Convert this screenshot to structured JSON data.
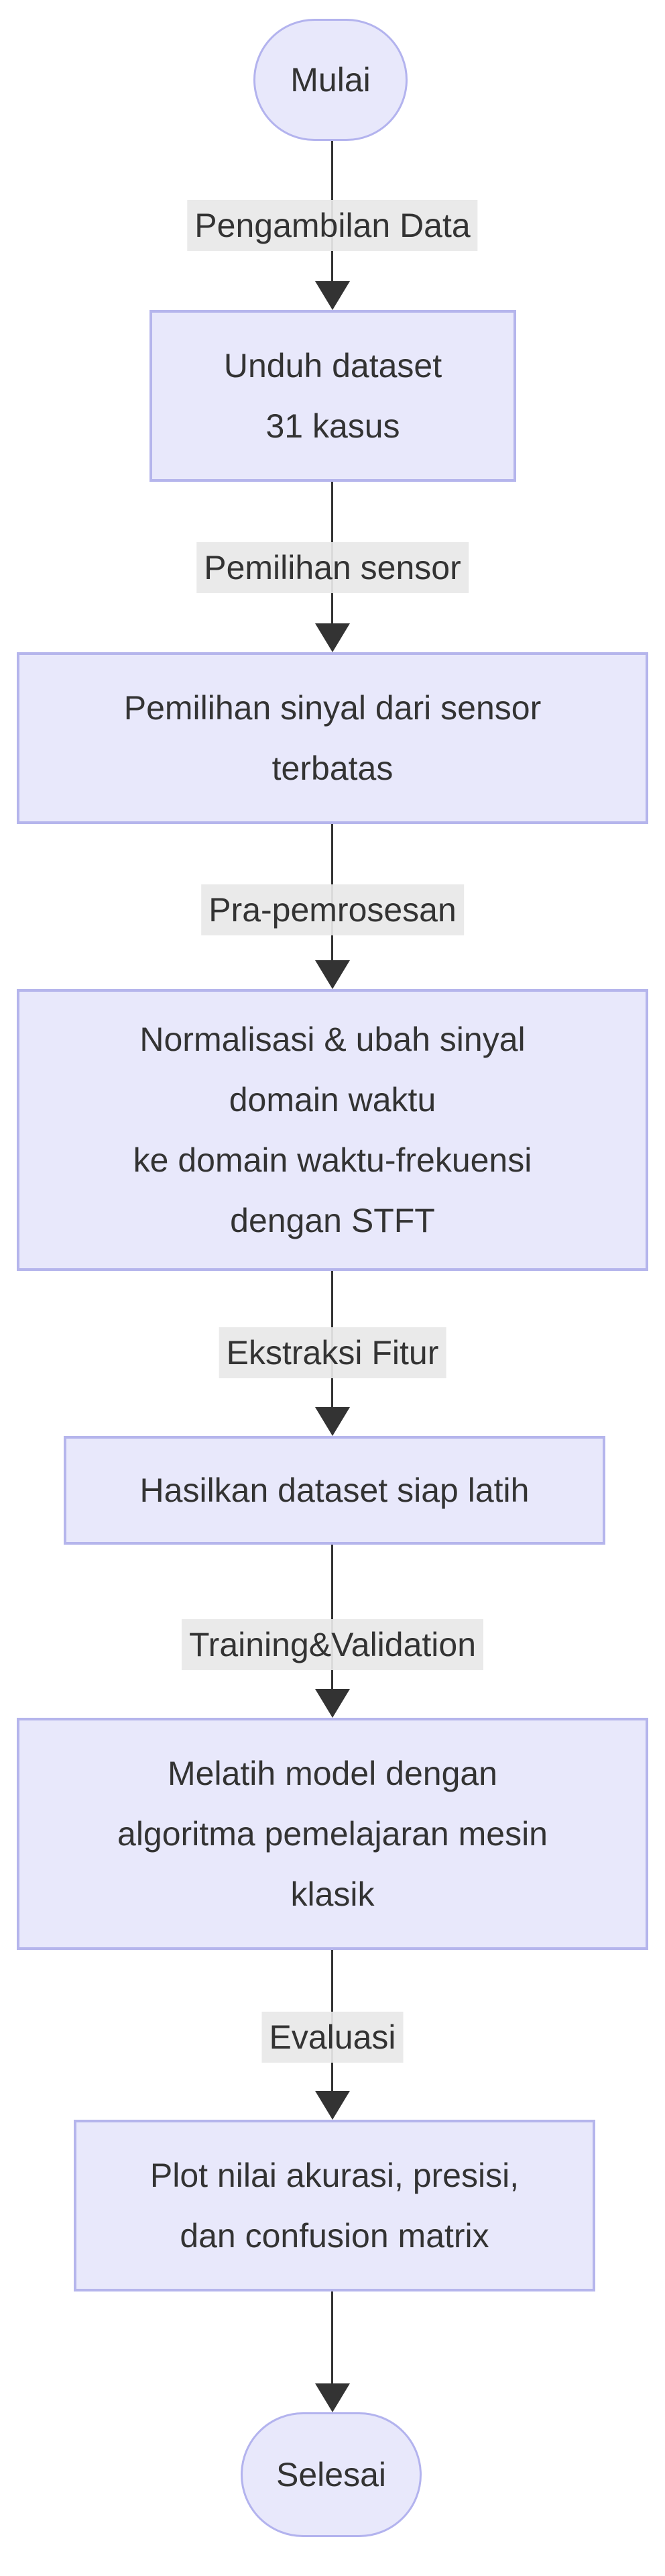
{
  "diagram": {
    "type": "flowchart-top-down",
    "colors": {
      "node_fill": "#E8E8FB",
      "node_border": "#B5B5EC",
      "edge": "#333333",
      "edge_label_bg": "#E8E8E8",
      "text": "#333333",
      "background": "#FFFFFF"
    },
    "nodes": [
      {
        "id": "start",
        "shape": "stadium",
        "lines": [
          "Mulai"
        ]
      },
      {
        "id": "unduh",
        "shape": "rect",
        "lines": [
          "Unduh dataset",
          "31 kasus"
        ]
      },
      {
        "id": "pilih",
        "shape": "rect",
        "lines": [
          "Pemilihan sinyal dari sensor",
          "terbatas"
        ]
      },
      {
        "id": "praproses",
        "shape": "rect",
        "lines": [
          "Normalisasi & ubah sinyal",
          "domain waktu",
          "ke domain waktu-frekuensi",
          "dengan STFT"
        ]
      },
      {
        "id": "dataset",
        "shape": "rect",
        "lines": [
          "Hasilkan dataset siap latih"
        ]
      },
      {
        "id": "latih",
        "shape": "rect",
        "lines": [
          "Melatih model dengan",
          "algoritma pemelajaran mesin",
          "klasik"
        ]
      },
      {
        "id": "plot",
        "shape": "rect",
        "lines": [
          "Plot nilai akurasi, presisi,",
          "dan confusion matrix"
        ]
      },
      {
        "id": "end",
        "shape": "stadium",
        "lines": [
          "Selesai"
        ]
      }
    ],
    "edges": [
      {
        "from": "start",
        "to": "unduh",
        "label": "Pengambilan Data"
      },
      {
        "from": "unduh",
        "to": "pilih",
        "label": "Pemilihan sensor"
      },
      {
        "from": "pilih",
        "to": "praproses",
        "label": "Pra-pemrosesan"
      },
      {
        "from": "praproses",
        "to": "dataset",
        "label": "Ekstraksi Fitur"
      },
      {
        "from": "dataset",
        "to": "latih",
        "label": "Training&Validation"
      },
      {
        "from": "latih",
        "to": "plot",
        "label": "Evaluasi"
      },
      {
        "from": "plot",
        "to": "end",
        "label": ""
      }
    ]
  }
}
